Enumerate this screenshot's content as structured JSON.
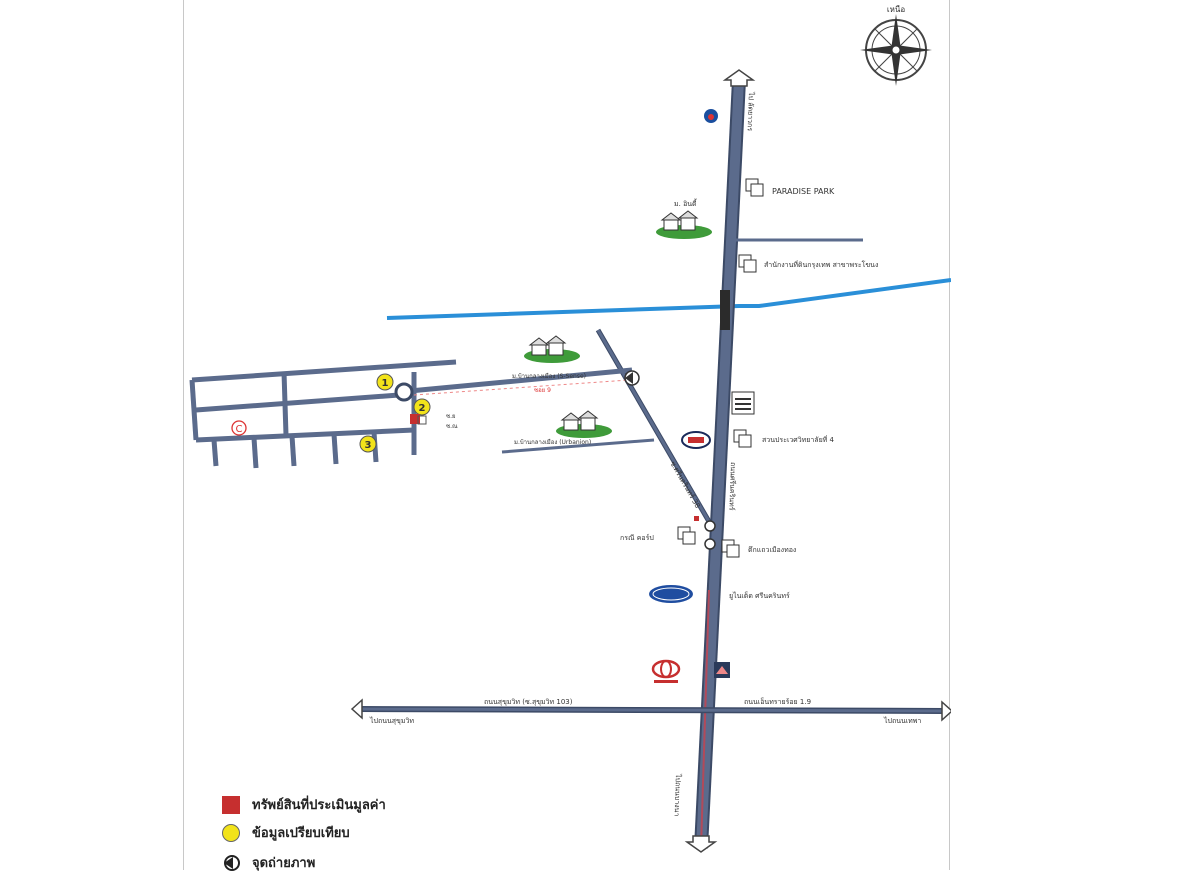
{
  "map": {
    "north_label": "เหนือ",
    "roads": {
      "north_to": "ไป ลัดยาวกร",
      "main_road": "ถนนศรีนครินทร์",
      "cross_left": "ถนนสุขุมวิท (ซ.สุขุมวิท 103)",
      "cross_right": "ถนนเอ็นทรายร้อย 1.9",
      "to_left": "ไปถนนสุขุมวิท",
      "to_right": "ไปถนนเทพา",
      "south_to": "ไปถนนบางนา",
      "diagonal": "ซ.ศรีนครินทร์ 38",
      "soi_small": "ซอย 9"
    },
    "places": {
      "paradise_park": "PARADISE PARK",
      "village_a": "ม. อินดี้",
      "office": "สำนักงานที่ดินกรุงเทพ สาขาพระโขนง",
      "village_b": "ม.บ้านกลางเมือง (S-Sense)",
      "village_c": "ม.บ้านกลางเมือง (Urbanion)",
      "school": "สวนประเวศวิทยาลัยที่ 4",
      "shop_left": "กรณี คอร์ป",
      "shop_right": "ตึกแถวเมืองทอง",
      "bridge": "ยูไนเต็ด ศรีนครินทร์",
      "subject_tag1": "ซ.ย",
      "subject_tag2": "ซ.ณ"
    },
    "markers": [
      "1",
      "2",
      "3"
    ],
    "comparable_c": "C",
    "colors": {
      "road": "#5b6b8c",
      "road_edge": "#3c4a66",
      "canal": "#2a8fd8",
      "subject": "#c62f2f",
      "comparable": "#f2e31a",
      "village_green": "#3f9b3a"
    }
  },
  "legend": {
    "subject_label": "ทรัพย์สินที่ประเมินมูลค่า",
    "comparable_label": "ข้อมูลเปรียบเทียบ",
    "photo_label": "จุดถ่ายภาพ"
  }
}
